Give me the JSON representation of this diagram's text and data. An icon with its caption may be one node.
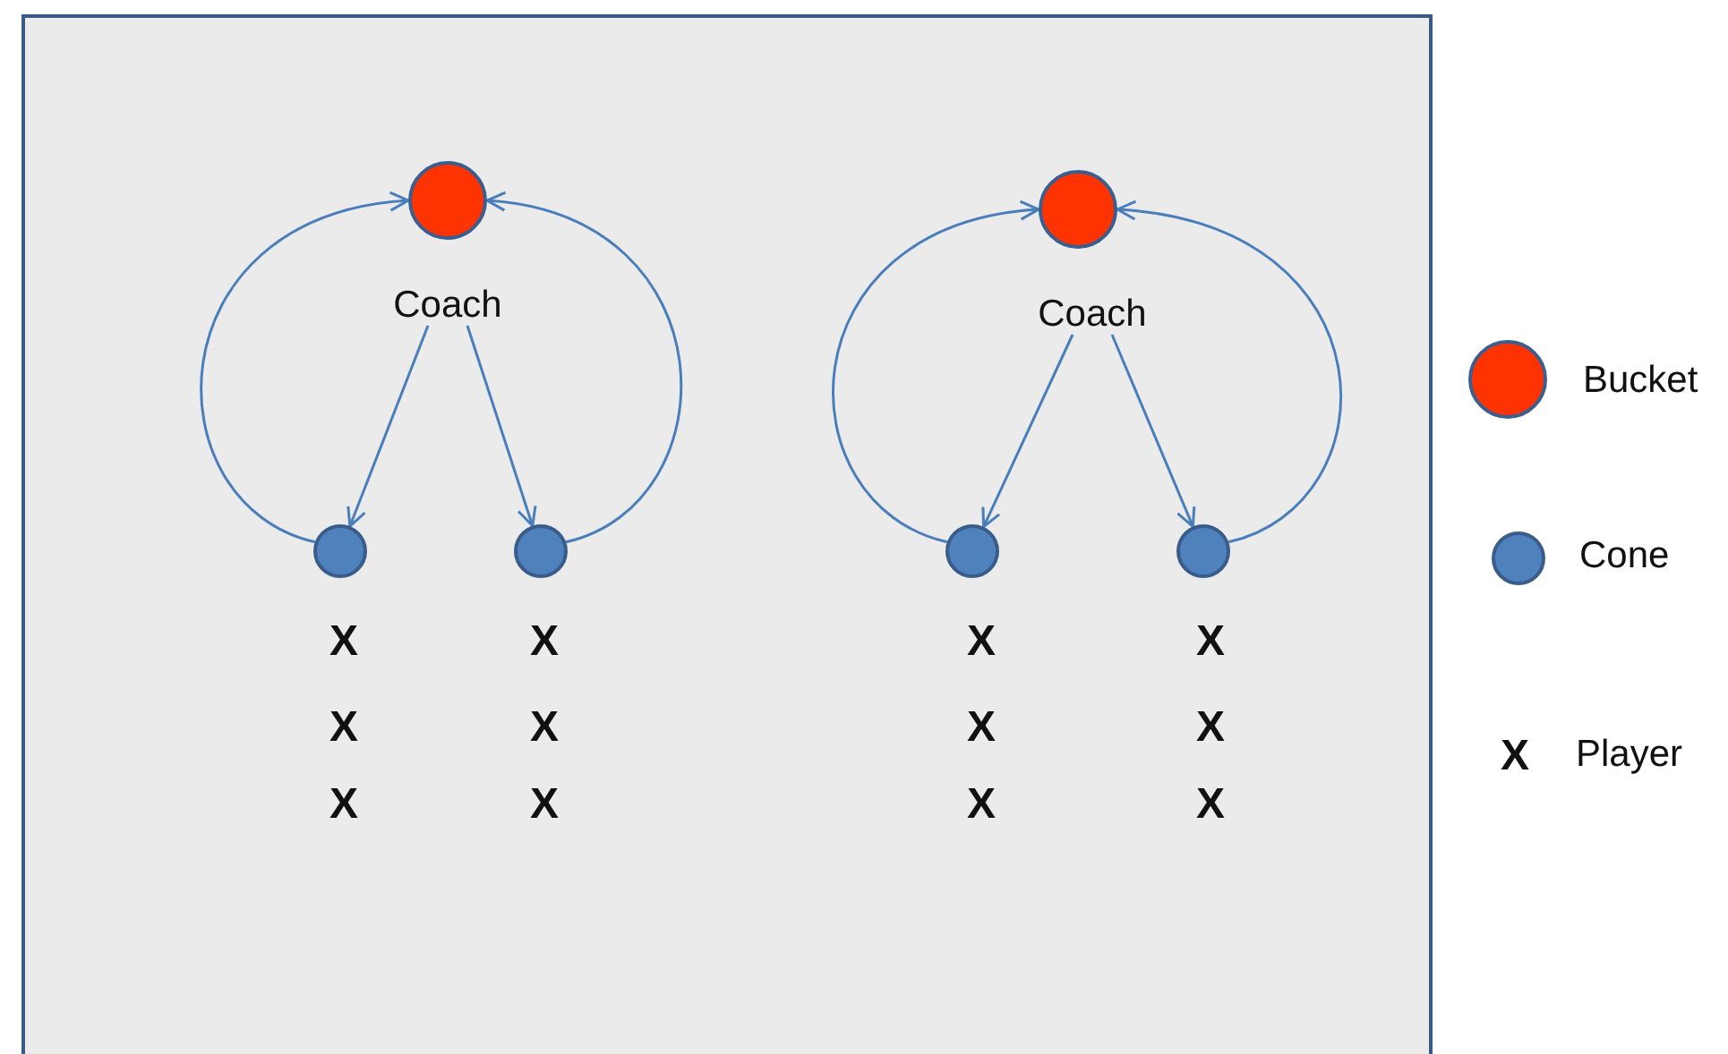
{
  "diagram": {
    "nodes": [
      {
        "text": [],
        "shape": "box"
      },
      {
        "text": [],
        "shape": "circle",
        "in": 0
      },
      {
        "text": [
          "Coach"
        ],
        "in": 0
      },
      {
        "text": [],
        "shape": "circle",
        "in": 0
      },
      {
        "text": [],
        "shape": "circle",
        "in": 0
      },
      {
        "text": [],
        "shape": "circle",
        "in": 0
      },
      {
        "text": [
          "Coach"
        ],
        "in": 0
      },
      {
        "text": [],
        "shape": "circle",
        "in": 0
      },
      {
        "text": [],
        "shape": "circle",
        "in": 0
      }
    ],
    "edges": [
      {
        "from": 2,
        "to": 3,
        "arrow": "to"
      },
      {
        "from": 2,
        "to": 4,
        "arrow": "to"
      },
      {
        "from": 3,
        "to": 1,
        "arrow": "to"
      },
      {
        "from": 4,
        "to": 1,
        "arrow": "to"
      },
      {
        "from": 6,
        "to": 7,
        "arrow": "to"
      },
      {
        "from": 6,
        "to": 8,
        "arrow": "to"
      },
      {
        "from": 7,
        "to": 5,
        "arrow": "to"
      },
      {
        "from": 8,
        "to": 5,
        "arrow": "to"
      }
    ],
    "labels": [
      "X",
      "X",
      "X",
      "X",
      "X",
      "X",
      "X",
      "X",
      "X",
      "X",
      "X",
      "X",
      "X"
    ],
    "legend": [
      {
        "text": "Bucket",
        "color": "#ff3300"
      },
      {
        "text": "Cone",
        "color": "#4f81bd"
      },
      {
        "text": "Player"
      }
    ]
  }
}
